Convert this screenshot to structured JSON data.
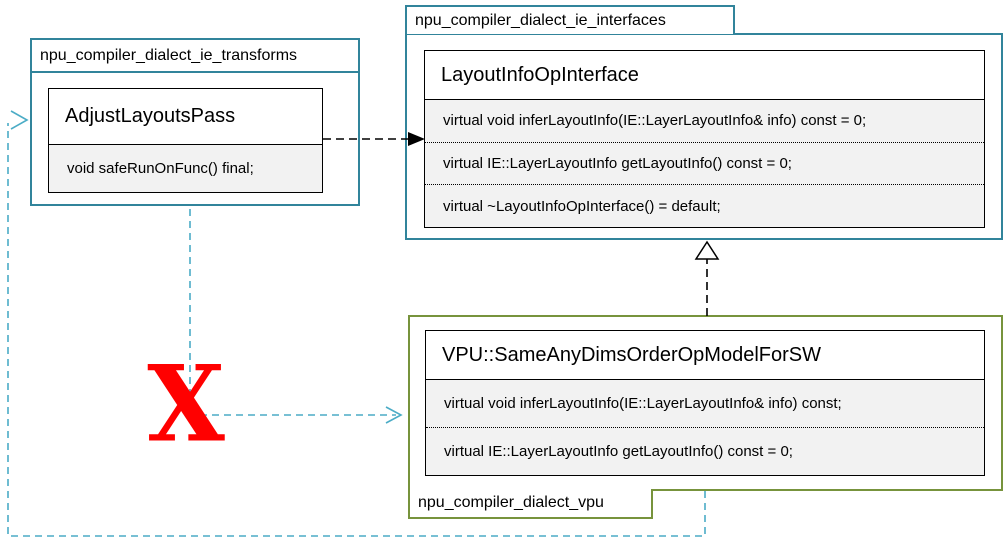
{
  "diagram": {
    "packages": {
      "transforms": {
        "label": "npu_compiler_dialect_ie_transforms",
        "class": {
          "title": "AdjustLayoutsPass",
          "methods": [
            "void safeRunOnFunc() final;"
          ]
        }
      },
      "interfaces": {
        "label": "npu_compiler_dialect_ie_interfaces",
        "class": {
          "title": "LayoutInfoOpInterface",
          "methods": [
            "virtual void inferLayoutInfo(IE::LayerLayoutInfo& info) const = 0;",
            "virtual IE::LayerLayoutInfo getLayoutInfo() const = 0;",
            "virtual ~LayoutInfoOpInterface() = default;"
          ]
        }
      },
      "vpu": {
        "label": "npu_compiler_dialect_vpu",
        "class": {
          "title": "VPU::SameAnyDimsOrderOpModelForSW",
          "methods": [
            "virtual void inferLayoutInfo(IE::LayerLayoutInfo& info) const;",
            "virtual IE::LayerLayoutInfo getLayoutInfo() const = 0;"
          ]
        }
      }
    },
    "annotations": {
      "rejection_mark": "X"
    },
    "colors": {
      "package_teal": "#31849B",
      "package_olive": "#77933C",
      "connector_teal": "#4BACC6",
      "connector_black": "#000000",
      "method_background": "#F2F2F2",
      "rejection_red": "#FF0000"
    }
  }
}
